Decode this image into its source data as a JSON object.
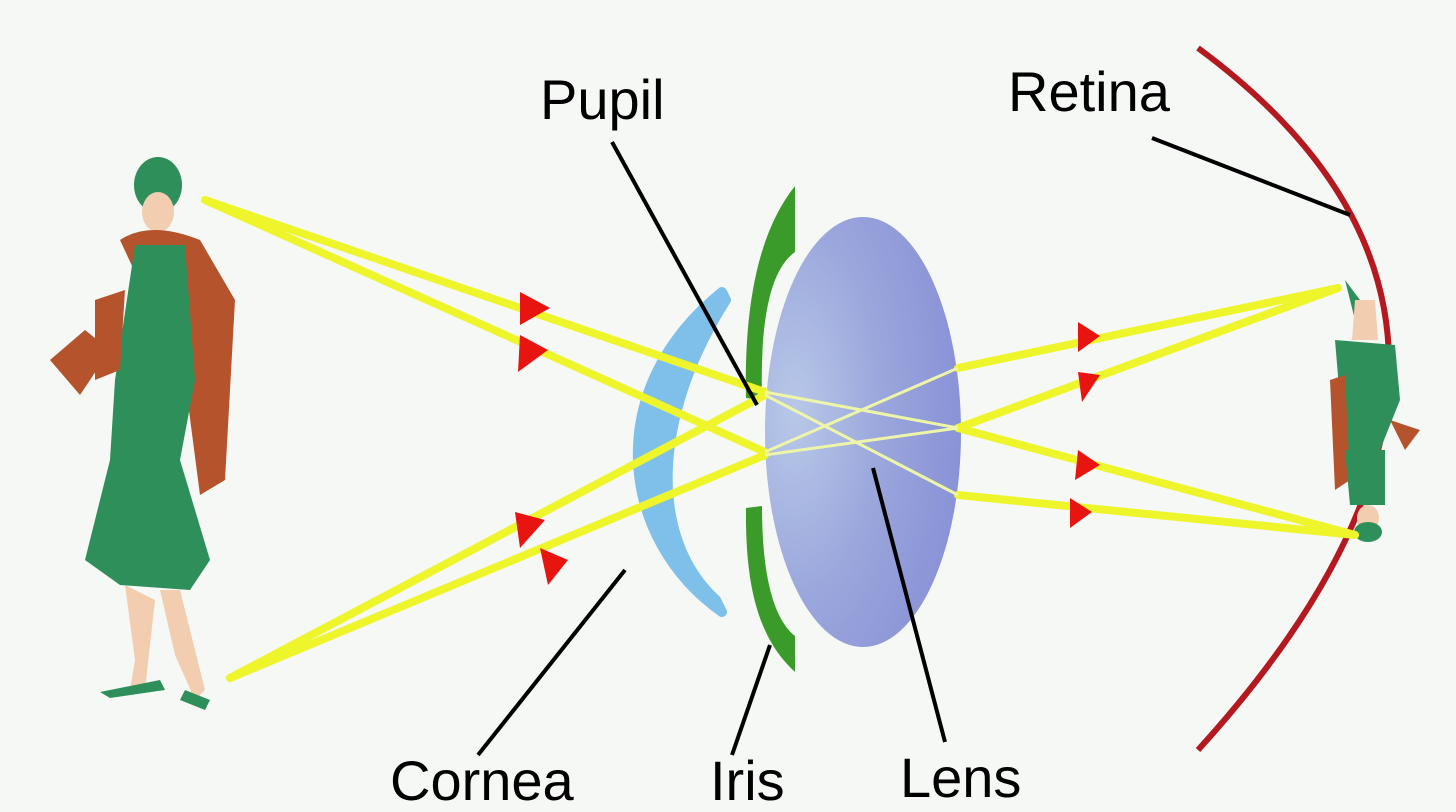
{
  "labels": {
    "pupil": "Pupil",
    "retina": "Retina",
    "cornea": "Cornea",
    "iris": "Iris",
    "lens": "Lens"
  },
  "colors": {
    "background": "#f5f8f5",
    "light_ray": "#eef52a",
    "arrow": "#e8140f",
    "cornea": "#7fc0ea",
    "iris": "#3a9a2a",
    "lens": "#8f97d8",
    "retina": "#b3191e",
    "figure_dress": "#2f8f5a",
    "figure_fur": "#b5532c"
  },
  "icons": {
    "object": "woman-figure-upright",
    "image": "woman-figure-inverted"
  }
}
